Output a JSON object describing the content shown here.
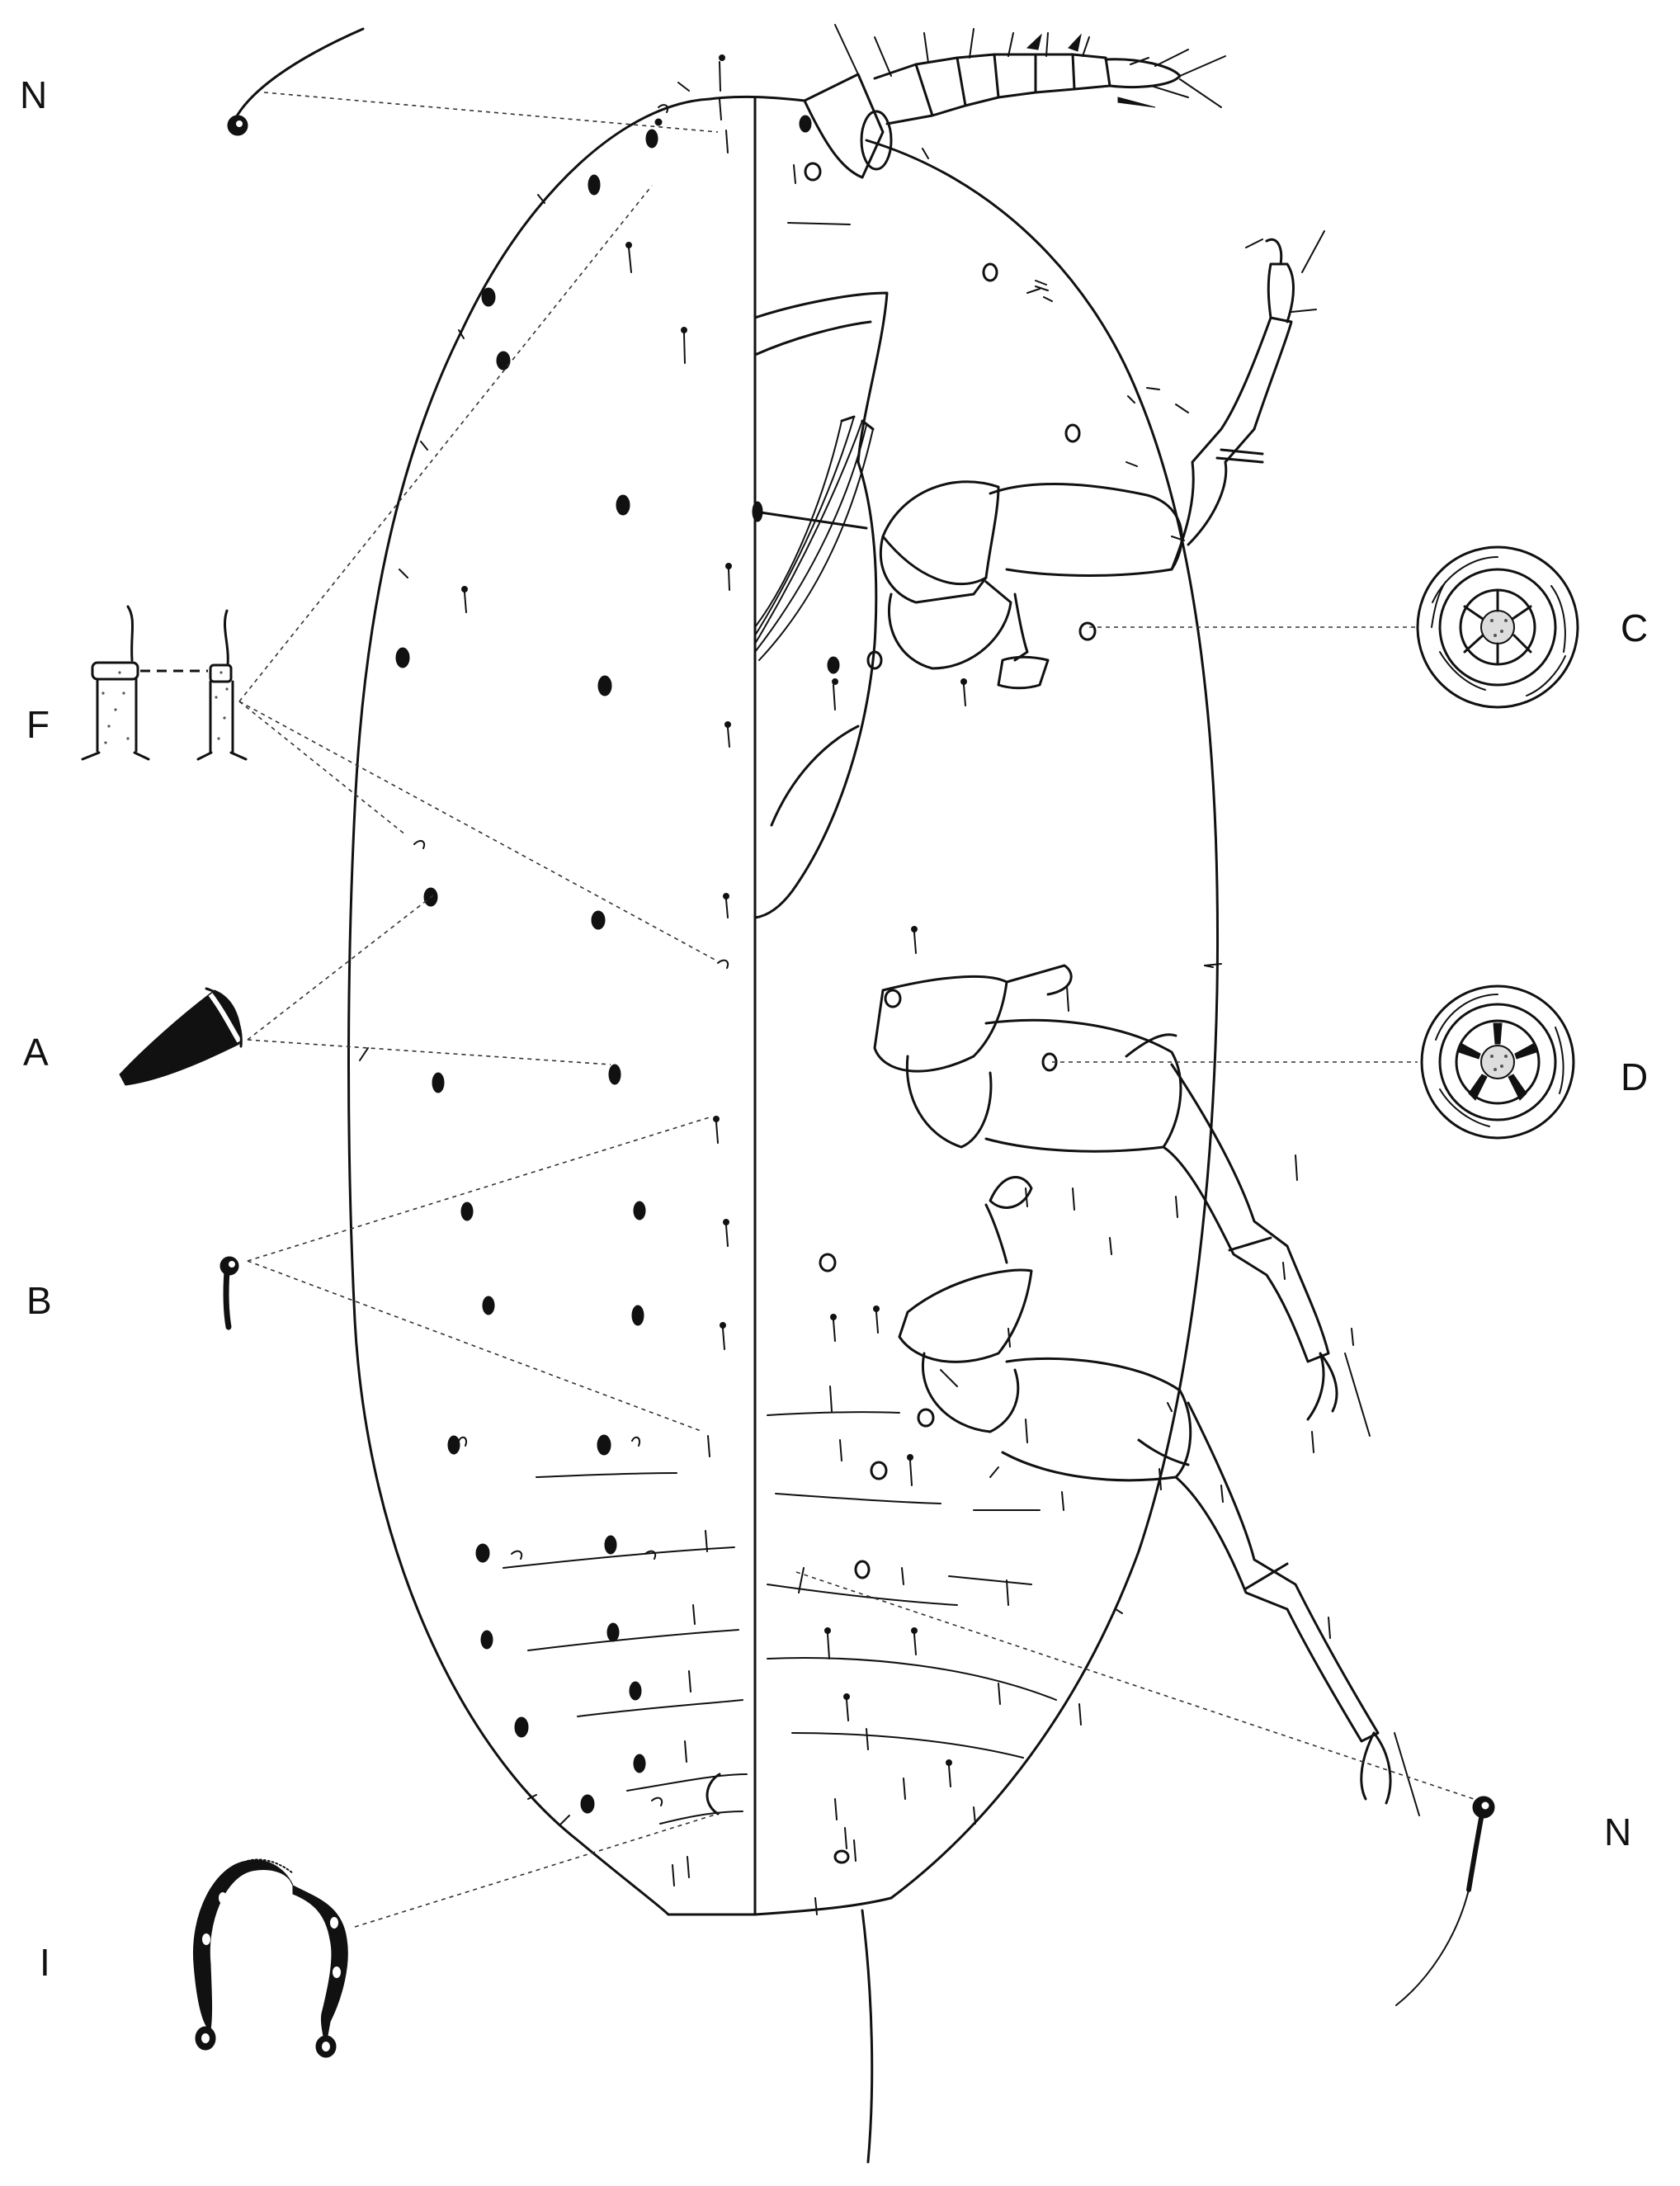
{
  "labels": {
    "n_top": "N",
    "f": "F",
    "a": "A",
    "b": "B",
    "i": "I",
    "c": "C",
    "d": "D",
    "n_bottom": "N"
  }
}
